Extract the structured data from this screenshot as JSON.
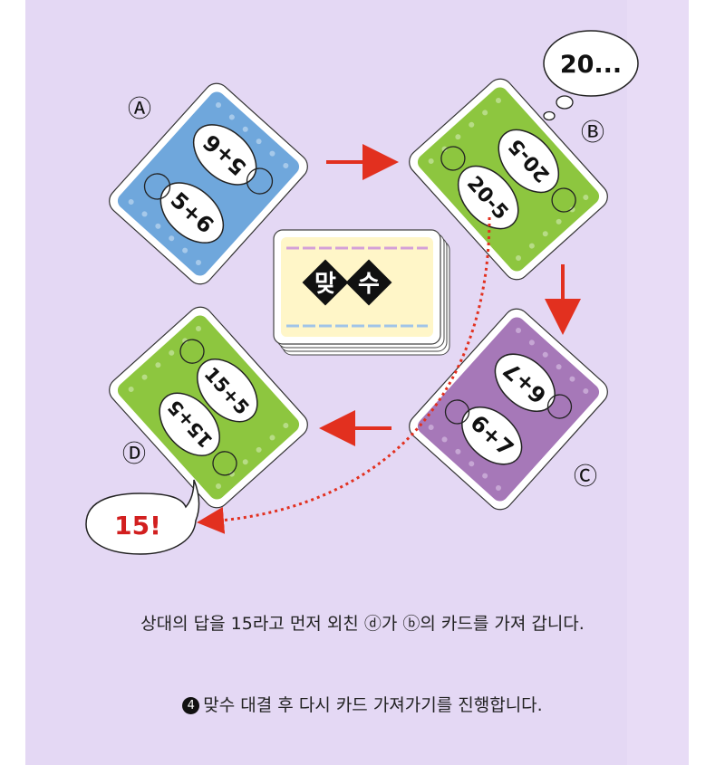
{
  "cards": {
    "a": {
      "label": "Ⓐ",
      "top_eq": "5+6",
      "bottom_eq": "5+6",
      "color": "#6fa7dc"
    },
    "b": {
      "label": "Ⓑ",
      "eq_left": "20-5",
      "eq_right": "20-5",
      "color": "#8dc63f"
    },
    "c": {
      "label": "Ⓒ",
      "top_eq": "6+7",
      "bottom_eq": "6+7",
      "color": "#a678b8"
    },
    "d": {
      "label": "Ⓓ",
      "eq_left": "15+5",
      "eq_right": "15+5",
      "color": "#8dc63f"
    }
  },
  "deck": {
    "syllable1": "맞",
    "syllable2": "수"
  },
  "bubbles": {
    "thinking": "20...",
    "answer": "15!"
  },
  "colors": {
    "arrow": "#e2301f",
    "background": "#e4d8f4",
    "deck_face": "#fff6c8"
  },
  "captions": {
    "line1": "상대의 답을 15라고 먼저 외친 ⓓ가 ⓑ의 카드를 가져 갑니다.",
    "step_number": "4",
    "line2": "맞수 대결 후 다시 카드 가져가기를 진행합니다."
  }
}
